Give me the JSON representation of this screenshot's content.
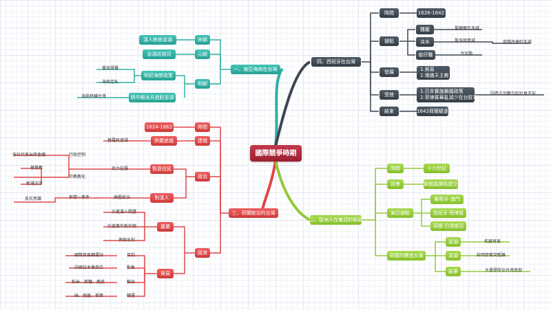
{
  "center": "國際競爭時期",
  "tl": {
    "label": "一、東亞海商在台灣",
    "song": "宋朝",
    "song_leaf": "漢人移居澎湖",
    "yuan": "元朝",
    "yuan_leaf": "澎湖巡檢司",
    "ming": "明朝",
    "ming_policy": "明初海禁政策",
    "ming_policy_leaves": [
      "倭寇侵擾",
      "海商走私"
    ],
    "ming_army": "明中期派兵進駐澎湖",
    "ming_army_leaf": "海商移轉台灣"
  },
  "tr": {
    "label": "四、西班牙在台灣",
    "time": "時間",
    "time_val": "1626-1642",
    "base": "據點",
    "jilong": "雞籠",
    "jilong_leaf": "聖薩爾瓦多城",
    "danshui": "淡水",
    "danshui_leaf": "聖多明哥城",
    "danshui_leaf2": "荷蘭改建紅毛城",
    "ganzhi": "蛤仔難",
    "ganzhi_leaf": "今宜蘭",
    "dev": "發展",
    "dev_val": [
      "1.貿易",
      "2.傳播天主教"
    ],
    "setback": "受挫",
    "setback_val": [
      "1.日本實施鎖國政策",
      "2.菲律賓華亂減少在台駐軍"
    ],
    "setback_leaf": "因西方宗教引起社會不安",
    "end": "結束",
    "end_val": "1642荷蘭驅逐"
  },
  "bl": {
    "label": "三、荷蘭統治的台灣",
    "time": "時間",
    "time_val": "1624-1662",
    "build": "建城",
    "build_val": "熱蘭遮城",
    "build_leaf": "普羅民遮城",
    "gov": "政治",
    "native": "對原住民",
    "native_sub": "武力征服",
    "admin": "行政控制",
    "admin_leaf": "各社代表出席會議",
    "religion": "宗教教化",
    "religion_leaves": [
      "基督教",
      "新港文字"
    ],
    "han": "對漢人",
    "han_sub": "高壓統治",
    "guo": "郭懷一事件",
    "guo_leaf": "反抗意識",
    "econ": "經濟",
    "agri": "農業",
    "agri_leaves": [
      "引進漢人開墾",
      "引進黃牛新作物",
      "興修水利"
    ],
    "trade": "貿易",
    "trade_aim": "目的",
    "trade_aim_leaf": "國際貿易轉運站",
    "trade_obj": "對象",
    "trade_obj_leaf": "中國日本東南亞",
    "trade_exp": "輸出",
    "trade_exp_leaf": "稻米、蔗糖、鹿皮",
    "trade_tr": "轉運",
    "trade_tr_leaf": "絲、瓷器、茶葉"
  },
  "br": {
    "label": "二、歐洲人在東亞的貿易",
    "time": "時間",
    "time_val": "十六世紀",
    "bg": "背景",
    "bg_val": "新航路開拓建立",
    "east": "東亞據點",
    "east_vals": [
      "葡萄牙-澳門",
      "西班牙-菲律賓",
      "荷蘭-巴達維亞"
    ],
    "dutch": "荷蘭的轉進台灣",
    "d1": "澎湖",
    "d1_leaf": "拓展貿易",
    "d2": "澎湖",
    "d2_leaf": "結明荷衝突驅離",
    "d3": "結果",
    "d3_leaf": "大員登陸佔台灣南部"
  },
  "colors": {
    "teal": "#2fb0a2",
    "dark": "#3d4650",
    "red": "#e04747",
    "green": "#94c83a",
    "center": "#b02a3d"
  }
}
